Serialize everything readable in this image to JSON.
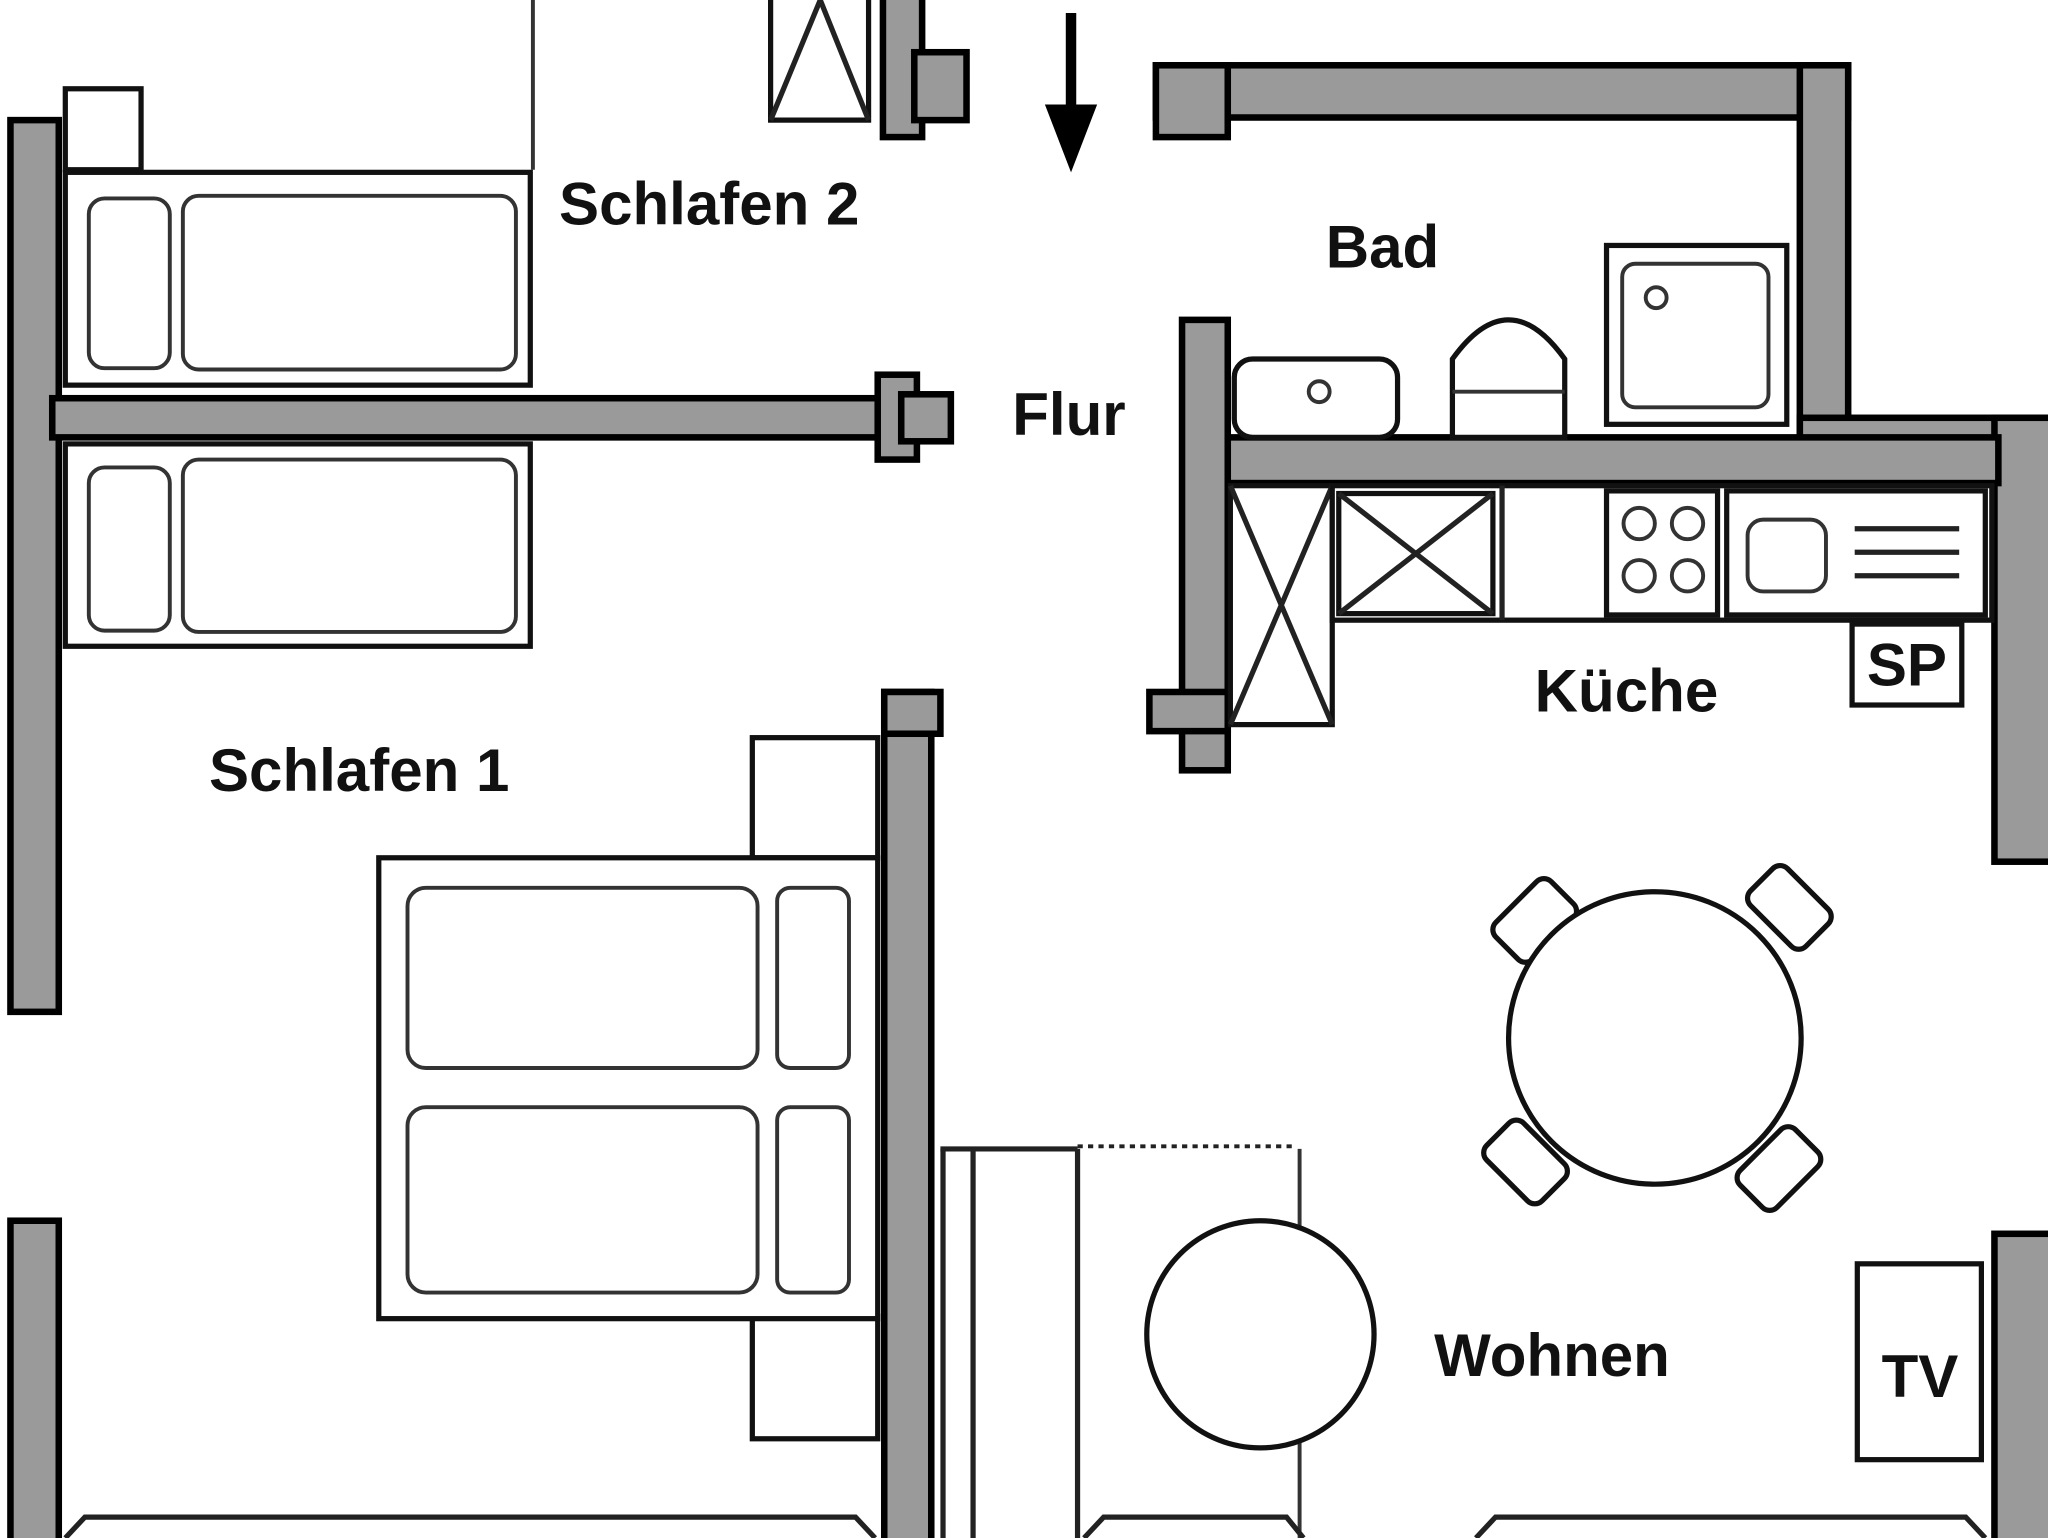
{
  "floorplan": {
    "rooms": {
      "schlafen2": "Schlafen 2",
      "bad": "Bad",
      "flur": "Flur",
      "kueche": "Küche",
      "schlafen1": "Schlafen 1",
      "wohnen": "Wohnen"
    },
    "fixtures": {
      "sp": "SP",
      "tv": "TV"
    },
    "colors": {
      "wall_fill": "#9a9a9a",
      "outline": "#000000",
      "background": "#ffffff"
    }
  }
}
